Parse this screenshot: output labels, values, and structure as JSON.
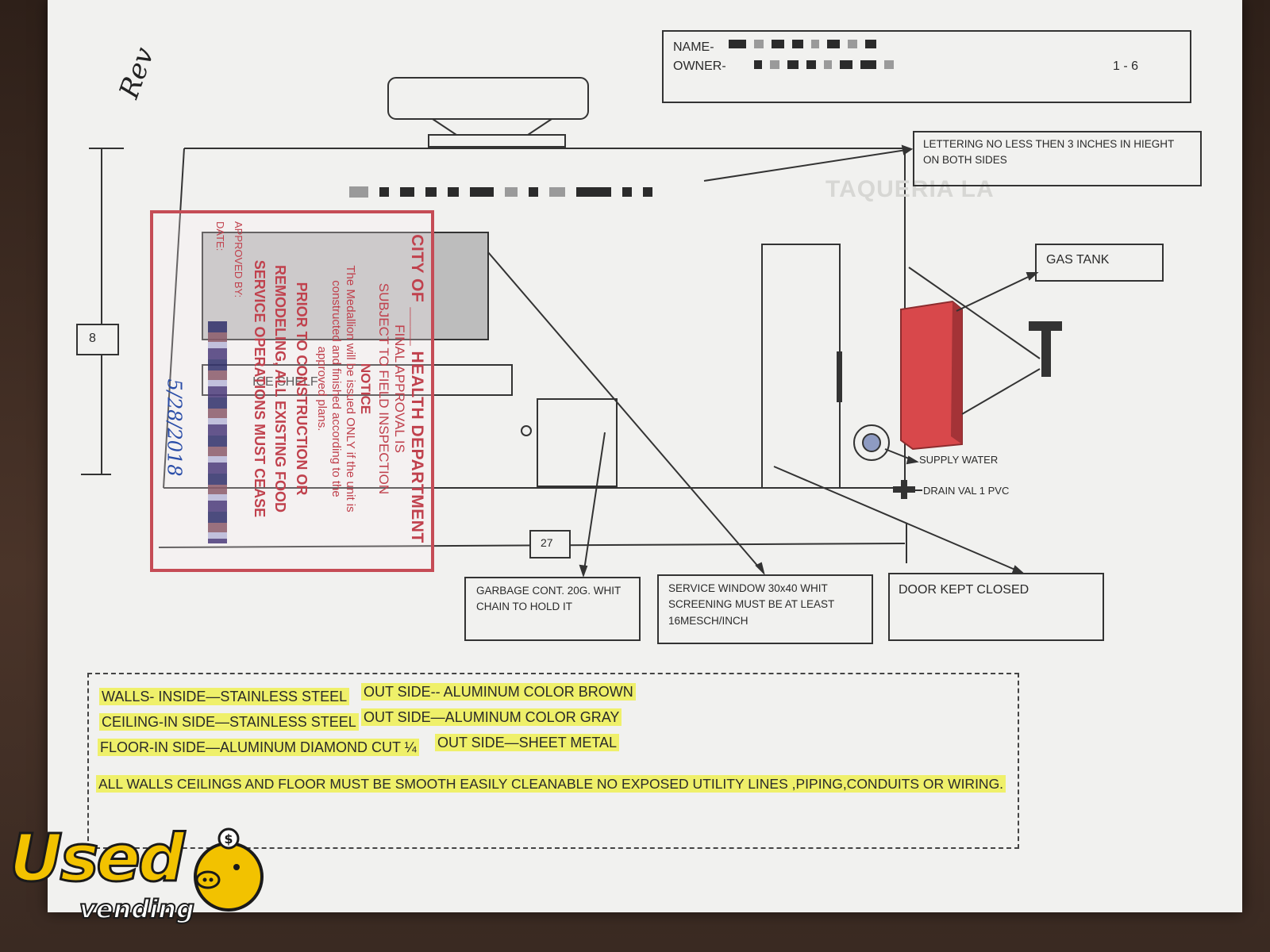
{
  "header": {
    "name_label": "NAME-",
    "owner_label": "OWNER-",
    "page_number": "1 - 6"
  },
  "handwritten_note": "Rev",
  "truck_sign_text": "TAQUERIA LA",
  "dimensions": {
    "height": "8",
    "length": "27"
  },
  "stamp": {
    "title": "CITY OF ____ HEALTH DEPARTMENT",
    "final_approval": "FINAL APPROVAL IS",
    "subject": "SUBJECT TO FIELD INSPECTION",
    "notice": "NOTICE",
    "medallion_1": "The Medallion will be issued ONLY if the unit is",
    "medallion_2": "constructed and finished according to the",
    "medallion_3": "approved plans.",
    "prior_1": "PRIOR TO CONSTRUCTION OR",
    "prior_2": "REMODELING, ALL EXISTING FOOD",
    "prior_3": "SERVICE OPERATIONS MUST CEASE",
    "approved_by": "APPROVED BY:",
    "date_label": "DATE:",
    "date_value": "5/28/2018"
  },
  "diagram_labels": {
    "ice_shelf": "ICE SHELF",
    "supply_water": "SUPPLY WATER",
    "drain": "DRAIN VAL 1 PVC"
  },
  "callouts": {
    "lettering": "LETTERING NO LESS THEN 3 INCHES IN HIEGHT ON BOTH SIDES",
    "gas_tank": "GAS TANK",
    "garbage": "GARBAGE CONT. 20G. WHIT CHAIN TO HOLD IT",
    "service_window": "SERVICE WINDOW 30x40 WHIT SCREENING MUST BE AT LEAST 16MESCH/INCH",
    "door": "DOOR KEPT CLOSED"
  },
  "materials": {
    "walls_in": "WALLS- INSIDE—STAINLESS STEEL",
    "walls_out": "OUT SIDE-- ALUMINUM COLOR BROWN",
    "ceiling_in": "CEILING-IN SIDE—STAINLESS STEEL",
    "ceiling_out": "OUT SIDE—ALUMINUM COLOR GRAY",
    "floor_in": "FLOOR-IN SIDE—ALUMINUM DIAMOND CUT ¼",
    "floor_out": "OUT SIDE—SHEET METAL",
    "requirement": "ALL WALLS CEILINGS AND FLOOR MUST BE SMOOTH EASILY CLEANABLE NO EXPOSED UTILITY LINES ,PIPING,CONDUITS OR WIRING."
  },
  "watermark": {
    "brand": "Used",
    "sub": "vending"
  },
  "colors": {
    "stamp_red": "#c0414d",
    "highlight": "#eff06a",
    "gas_tank_red": "#d8484b"
  }
}
